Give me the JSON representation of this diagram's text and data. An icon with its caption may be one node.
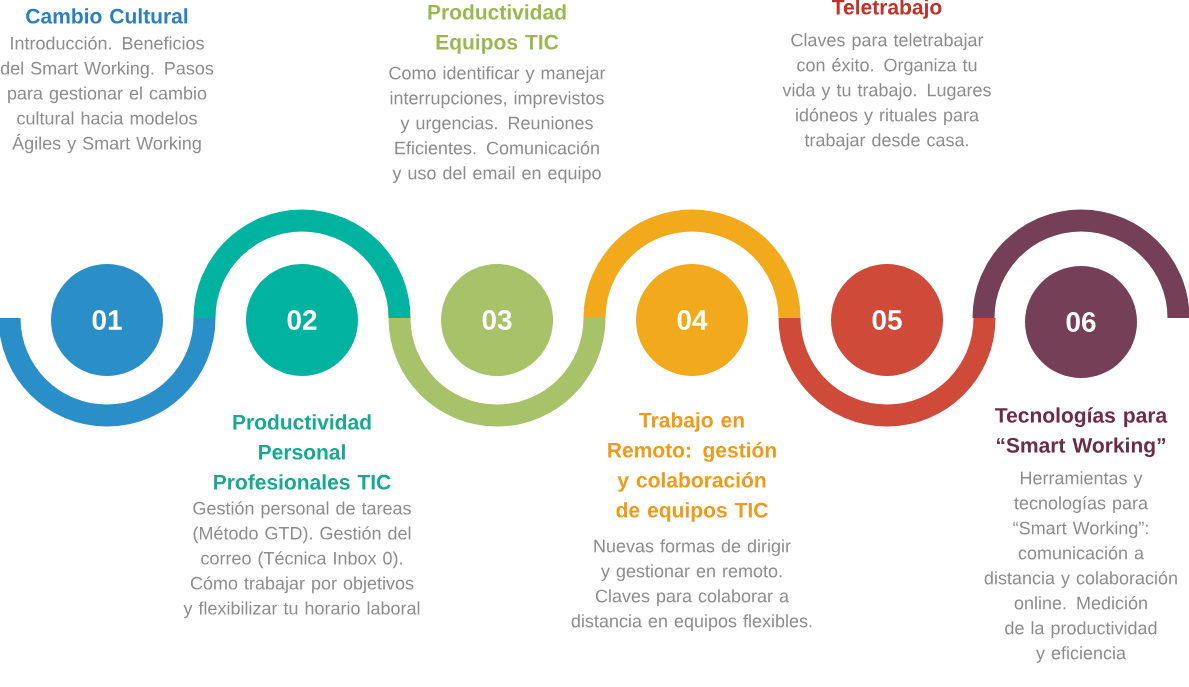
{
  "diagram": {
    "nodes": [
      {
        "text": [
          "01"
        ],
        "beside": [
          "Cambio Cultural",
          "Introducción. Beneficios del Smart Working. Pasos para gestionar el cambio cultural hacia modelos Ágiles y Smart Working"
        ]
      },
      {
        "text": [
          "02"
        ],
        "beside": [
          "Productividad Personal Profesionales TIC",
          "Gestión personal de tareas (Método GTD). Gestión del correo (Técnica Inbox 0). Cómo trabajar por objetivos y flexibilizar tu horario laboral"
        ]
      },
      {
        "text": [
          "03"
        ],
        "beside": [
          "Productividad Equipos TIC",
          "Como identificar y manejar interrupciones, imprevistos y urgencias. Reuniones Eficientes. Comunicación y uso del email en equipo"
        ]
      },
      {
        "text": [
          "04"
        ],
        "beside": [
          "Trabajo en Remoto: gestión y colaboración de equipos TIC",
          "Nuevas formas de dirigir y gestionar en remoto. Claves para colaborar a distancia en equipos flexibles."
        ]
      },
      {
        "text": [
          "05"
        ],
        "beside": [
          "Teletrabajo",
          "Claves para teletrabajar con éxito. Organiza tu vida y tu trabajo. Lugares idóneos y rituales para trabajar desde casa."
        ]
      },
      {
        "text": [
          "06"
        ],
        "beside": [
          "Tecnologías para “Smart Working”",
          "Herramientas y tecnologías para “Smart Working”: comunicación a distancia y colaboración online. Medición de la productividad y eficiencia"
        ]
      }
    ]
  }
}
